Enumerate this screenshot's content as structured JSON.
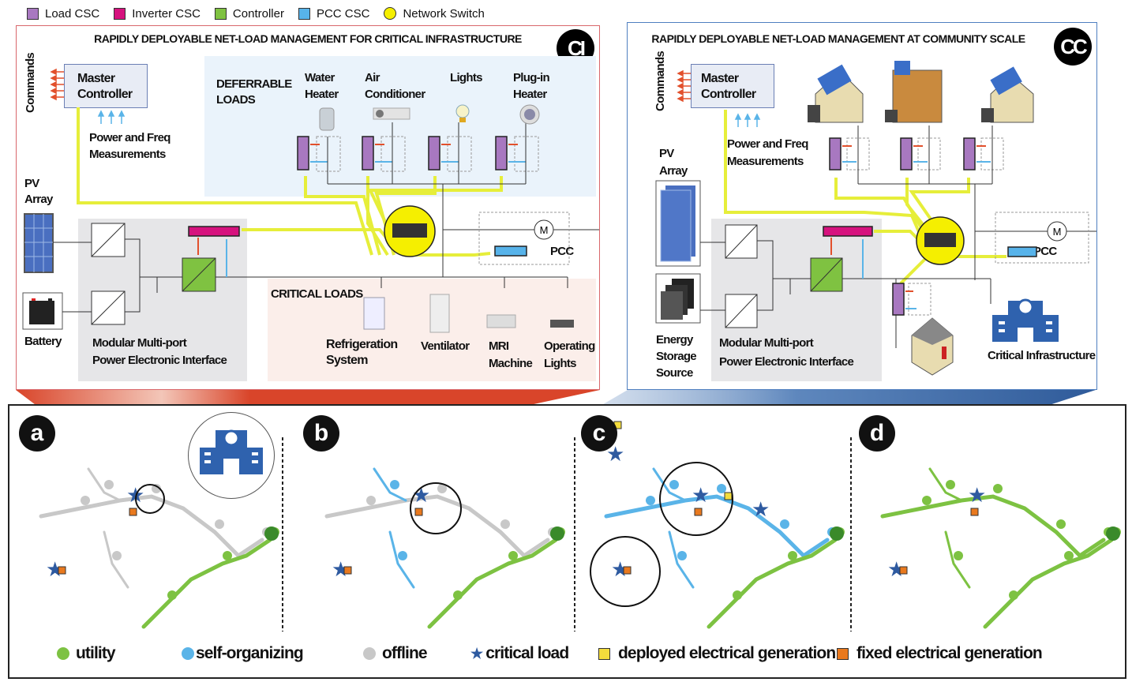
{
  "legend_top": [
    {
      "label": "Load CSC",
      "color": "#a878c0",
      "shape": "square"
    },
    {
      "label": "Inverter CSC",
      "color": "#d6127e",
      "shape": "square"
    },
    {
      "label": "Controller",
      "color": "#7fc241",
      "shape": "square"
    },
    {
      "label": "PCC CSC",
      "color": "#57b3ea",
      "shape": "square"
    },
    {
      "label": "Network Switch",
      "color": "#f5ef00",
      "shape": "circle"
    }
  ],
  "panel_ci": {
    "badge": "CI",
    "title": "RAPIDLY DEPLOYABLE NET-LOAD MANAGEMENT FOR CRITICAL INFRASTRUCTURE",
    "border_color": "#d9676b",
    "commands": "Commands",
    "master_controller": [
      "Master",
      "Controller"
    ],
    "measurements": [
      "Power and Freq",
      "Measurements"
    ],
    "deferrable_loads_title": [
      "DEFERRABLE",
      "LOADS"
    ],
    "deferrable_loads": [
      {
        "label": [
          "Water",
          "Heater"
        ],
        "icon": "water-heater-icon"
      },
      {
        "label": [
          "Air",
          "Conditioner"
        ],
        "icon": "air-conditioner-icon"
      },
      {
        "label": [
          "Lights"
        ],
        "icon": "light-bulb-icon"
      },
      {
        "label": [
          "Plug-in",
          "Heater"
        ],
        "icon": "plug-in-heater-icon"
      }
    ],
    "pv_array": [
      "PV",
      "Array"
    ],
    "battery": "Battery",
    "interface": [
      "Modular Multi-port",
      "Power Electronic Interface"
    ],
    "pcc": "PCC",
    "motor": "M",
    "critical_loads_title": "CRITICAL LOADS",
    "critical_loads": [
      {
        "label": [
          "Refrigeration",
          "System"
        ],
        "icon": "refrigerator-icon"
      },
      {
        "label": [
          "Ventilator"
        ],
        "icon": "ventilator-icon"
      },
      {
        "label": [
          "MRI",
          "Machine"
        ],
        "icon": "mri-machine-icon"
      },
      {
        "label": [
          "Operating",
          "Lights"
        ],
        "icon": "operating-lights-icon"
      }
    ]
  },
  "panel_cc": {
    "badge": "CC",
    "title": "RAPIDLY DEPLOYABLE NET-LOAD MANAGEMENT AT COMMUNITY SCALE",
    "border_color": "#4f7fc0",
    "commands": "Commands",
    "master_controller": [
      "Master",
      "Controller"
    ],
    "measurements": [
      "Power and Freq",
      "Measurements"
    ],
    "pv_array": [
      "PV",
      "Array"
    ],
    "storage": [
      "Energy",
      "Storage",
      "Source"
    ],
    "interface": [
      "Modular Multi-port",
      "Power Electronic Interface"
    ],
    "pcc": "PCC",
    "motor": "M",
    "critical_infrastructure": "Critical Infrastructure"
  },
  "subpanels": [
    {
      "label": "a"
    },
    {
      "label": "b"
    },
    {
      "label": "c"
    },
    {
      "label": "d"
    }
  ],
  "legend_bottom": [
    {
      "label": "utility",
      "color": "#7dc242",
      "shape": "dot"
    },
    {
      "label": "self-organizing",
      "color": "#5ab4e8",
      "shape": "dot"
    },
    {
      "label": "offline",
      "color": "#c8c8c8",
      "shape": "dot"
    },
    {
      "label": "critical load",
      "color": "#2e5aa0",
      "shape": "star"
    },
    {
      "label": "deployed electrical generation",
      "color": "#f4dc3c",
      "shape": "square"
    },
    {
      "label": "fixed electrical generation",
      "color": "#e9791e",
      "shape": "square"
    }
  ],
  "colors": {
    "utility": "#7dc242",
    "self_organizing": "#5ab4e8",
    "offline": "#c8c8c8",
    "critical": "#2e5aa0",
    "comm_line": "#e6ee3a",
    "cmd_arrow": "#e2502c",
    "meas_arrow": "#5ab4e8",
    "ci_cone": "#d9452a",
    "cc_cone": "#2f5b9a"
  }
}
